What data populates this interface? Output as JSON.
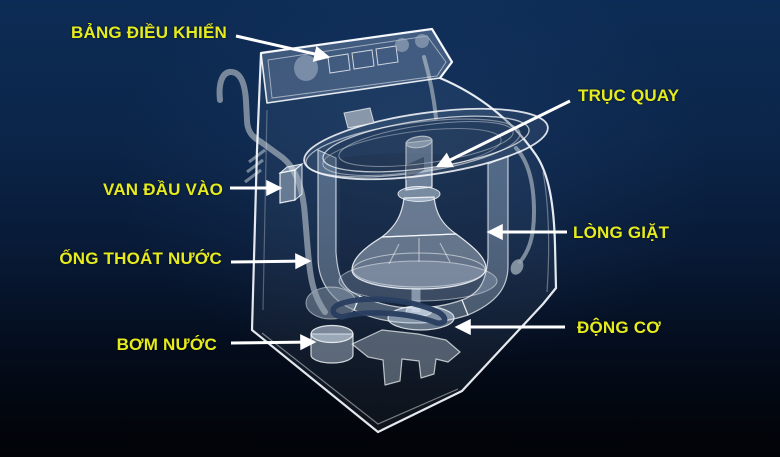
{
  "diagram": {
    "type": "labeled-cutaway-diagram",
    "subject": "top-load-washing-machine",
    "labels": [
      {
        "id": "control-panel",
        "text": "BẢNG ĐIỀU KHIỂN"
      },
      {
        "id": "spin-shaft",
        "text": "TRỤC QUAY"
      },
      {
        "id": "inlet-valve",
        "text": "VAN ĐẦU VÀO"
      },
      {
        "id": "wash-tub",
        "text": "LÒNG GIẶT"
      },
      {
        "id": "drain-hose",
        "text": "ỐNG THOÁT NƯỚC"
      },
      {
        "id": "motor",
        "text": "ĐỘNG CƠ"
      },
      {
        "id": "water-pump",
        "text": "BƠM NƯỚC"
      }
    ],
    "colors": {
      "label_text": "#e6eb1e",
      "arrow": "#ffffff",
      "machine_line": "#f5f9ff",
      "hose_gray": "#93a0ad",
      "belt_dark": "#1d3355",
      "background_top": "#0d2c55",
      "background_bottom": "#010307"
    }
  }
}
